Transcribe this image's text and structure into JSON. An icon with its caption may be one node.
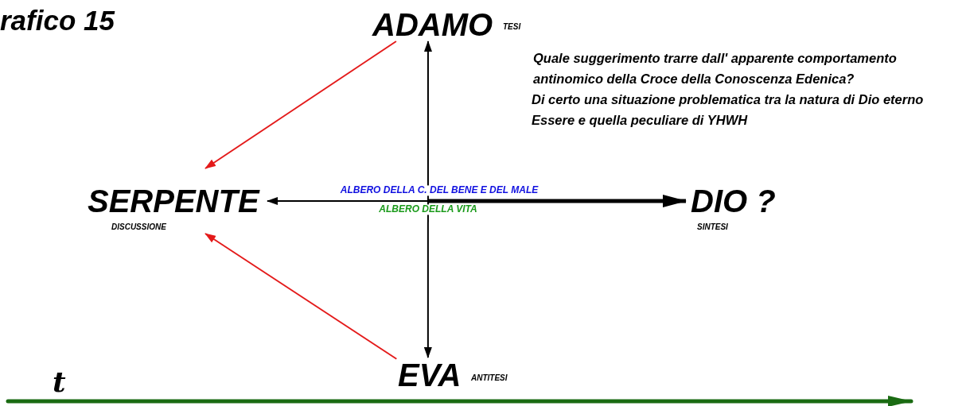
{
  "diagram": {
    "title": "rafico 15",
    "nodes": [
      {
        "text": [
          "ADAMO"
        ],
        "beside": [
          "TESI"
        ]
      },
      {
        "text": [
          "SERPENTE"
        ],
        "beside": [
          "DISCUSSIONE"
        ]
      },
      {
        "text": [
          "DIO ?"
        ],
        "beside": [
          "SINTESI"
        ]
      },
      {
        "text": [
          "EVA"
        ],
        "beside": [
          "ANTITESI"
        ]
      }
    ],
    "edges": [
      {
        "from": 0,
        "to": 1,
        "arrow": "to",
        "color": "#e41a1a"
      },
      {
        "from": 3,
        "to": 1,
        "arrow": "to",
        "color": "#e41a1a"
      },
      {
        "from": 0,
        "to": 3,
        "arrow": "both"
      },
      {
        "from": null,
        "to": 1,
        "arrow": "to",
        "label": "ALBERO DELLA C. DEL BENE E DEL MALE"
      },
      {
        "from": null,
        "to": 2,
        "arrow": "to",
        "style": "thick",
        "label": "ALBERO DELLA VITA"
      }
    ],
    "labels": [
      "Quale suggerimento trarre dall' apparente comportamento antinomico della Croce della Conoscenza Edenica?",
      "Di certo una situazione problematica tra la natura di Dio eterno Essere e quella peculiare di YHWH",
      "t"
    ]
  }
}
